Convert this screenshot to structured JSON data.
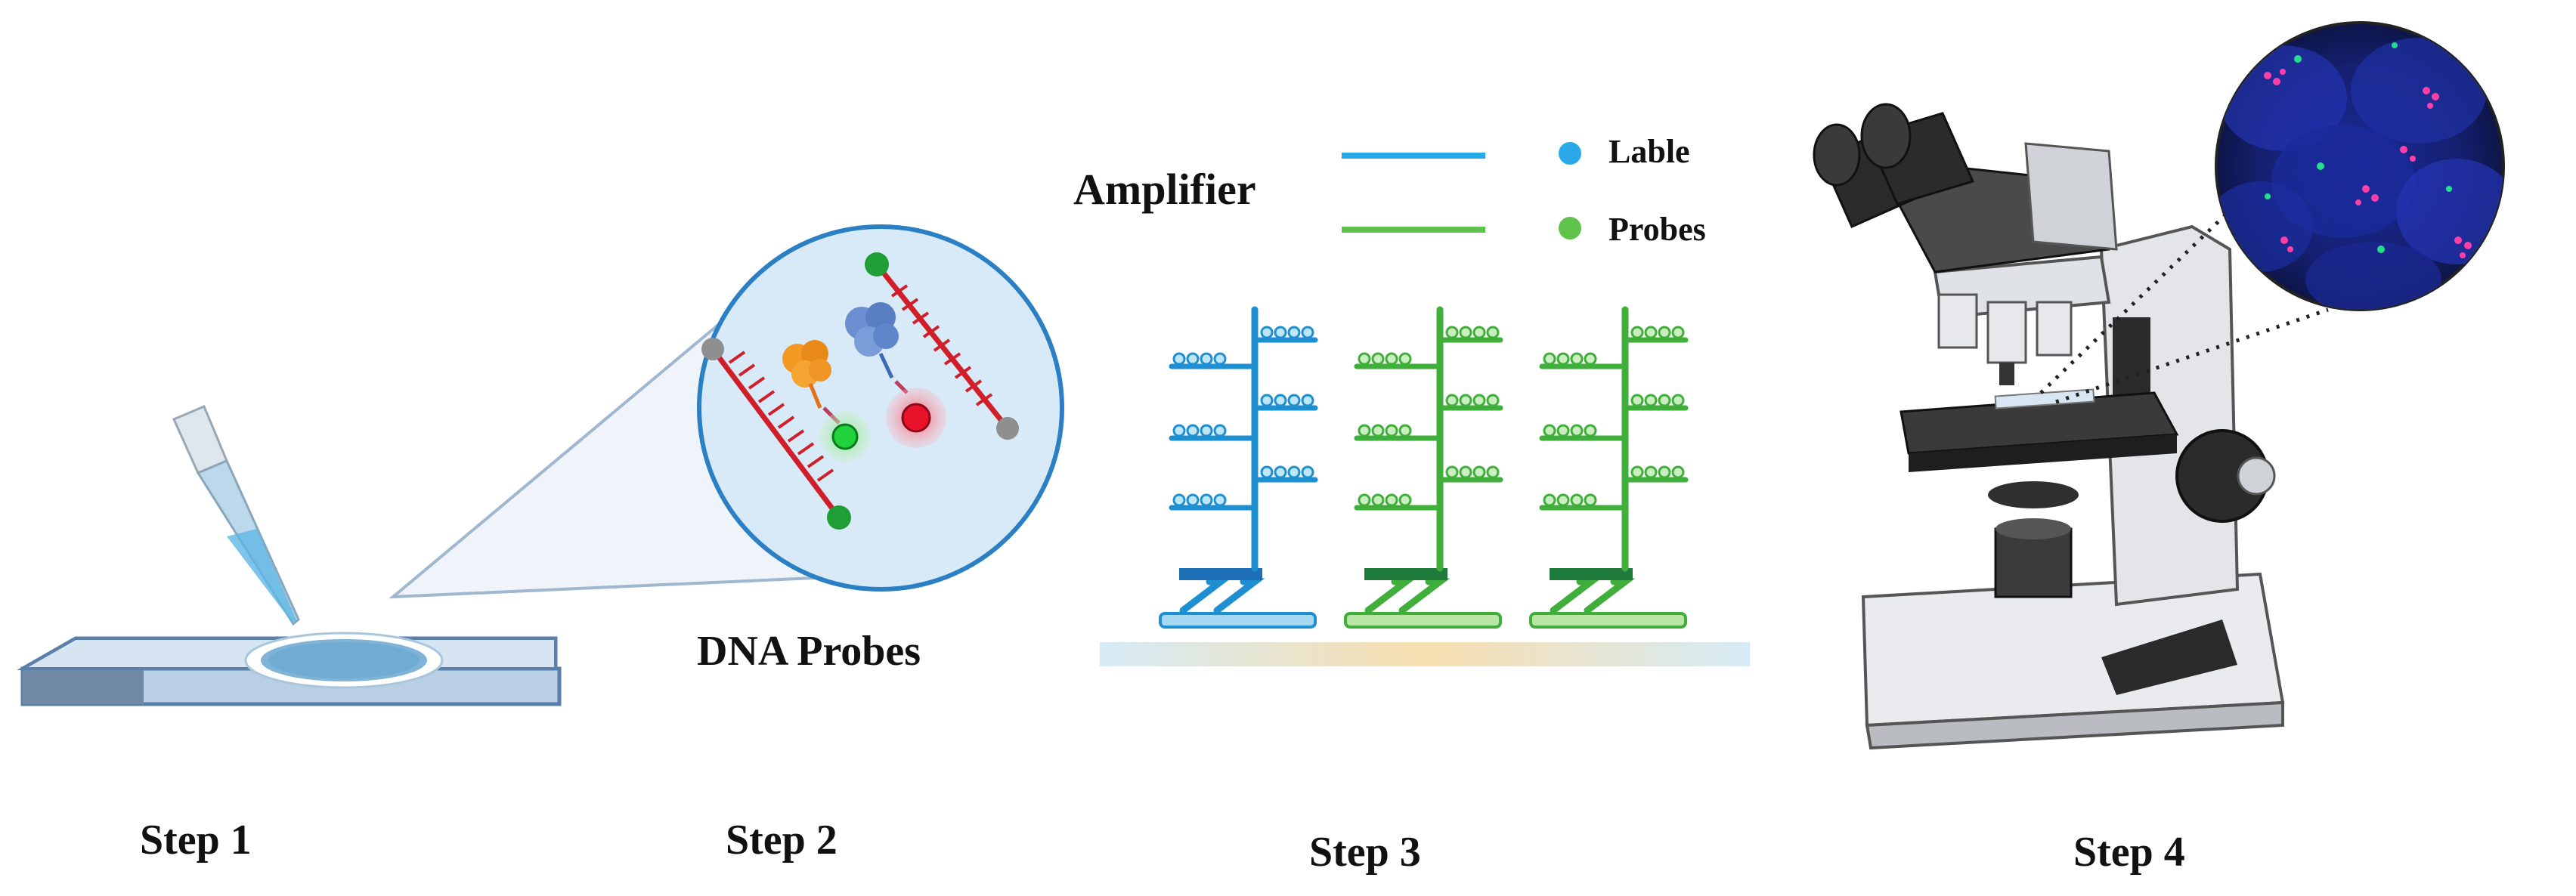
{
  "steps": {
    "step1": "Step 1",
    "step2": "Step 2",
    "step3": "Step 3",
    "step4": "Step 4"
  },
  "dna_probes_label": "DNA Probes",
  "amplifier_label": "Amplifier",
  "legend": {
    "lable": "Lable",
    "probes": "Probes"
  },
  "colors": {
    "lable": "#2aa9e8",
    "probes": "#5fc24a",
    "probe_strand": "#d11f2a",
    "zoom_circle": "#2b7fc4",
    "fluor_green": "#1fd43a",
    "fluor_red": "#e8122a"
  }
}
